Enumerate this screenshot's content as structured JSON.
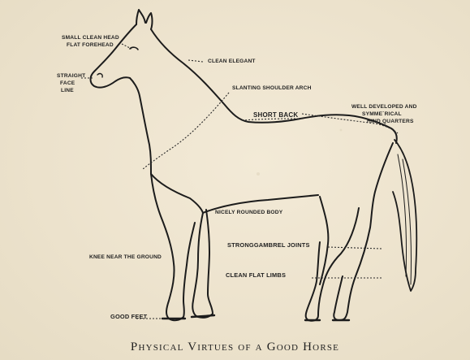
{
  "labels": {
    "head": "SMALL CLEAN HEAD",
    "forehead": "FLAT FOREHEAD",
    "face": [
      "STRAIGHT",
      "FACE",
      "LINE"
    ],
    "neck": "CLEAN ELEGANT",
    "shoulder": "SLANTING SHOULDER ARCH",
    "back": "SHORT BACK",
    "hind": [
      "WELL DEVELOPED AND",
      "SYMME`RICAL",
      "HIND QUARTERS"
    ],
    "body": "NICELY ROUNDED BODY",
    "knee": "KNEE NEAR THE GROUND",
    "gambrel": "STRONGGAMBREL JOINTS",
    "limbs": "CLEAN  FLAT LIMBS",
    "feet": "GOOD FEET"
  },
  "caption": "Physical Virtues of a Good Horse",
  "colors": {
    "paper": "#ece3cf",
    "ink": "#1c1c1c"
  }
}
